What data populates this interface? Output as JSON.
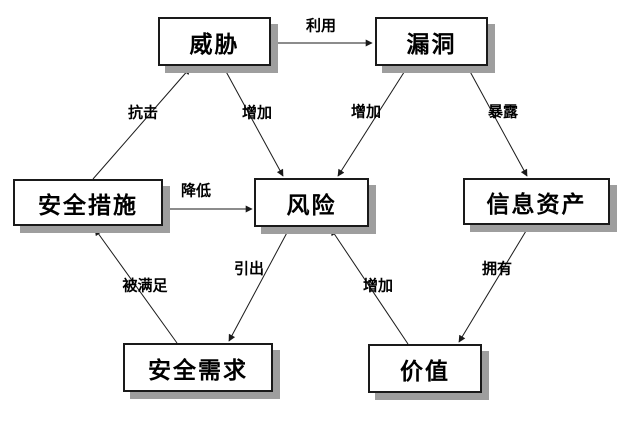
{
  "diagram": {
    "nodes": {
      "threat": "威胁",
      "vulnerability": "漏洞",
      "security_measures": "安全措施",
      "risk": "风险",
      "info_assets": "信息资产",
      "security_requirements": "安全需求",
      "value": "价值"
    },
    "edge_labels": {
      "exploit": "利用",
      "resist": "抗击",
      "threat_increases_risk": "增加",
      "vulnerability_increases_risk": "增加",
      "expose": "暴露",
      "reduce": "降低",
      "be_satisfied": "被满足",
      "derive": "引出",
      "value_increases_risk": "增加",
      "own": "拥有"
    },
    "colors": {
      "background": "#ffffff",
      "box_fill": "#ffffff",
      "box_border": "#1a1a1a",
      "box_shadow": "#9e9e9e",
      "arrow": "#1a1a1a",
      "text": "#000000"
    }
  }
}
